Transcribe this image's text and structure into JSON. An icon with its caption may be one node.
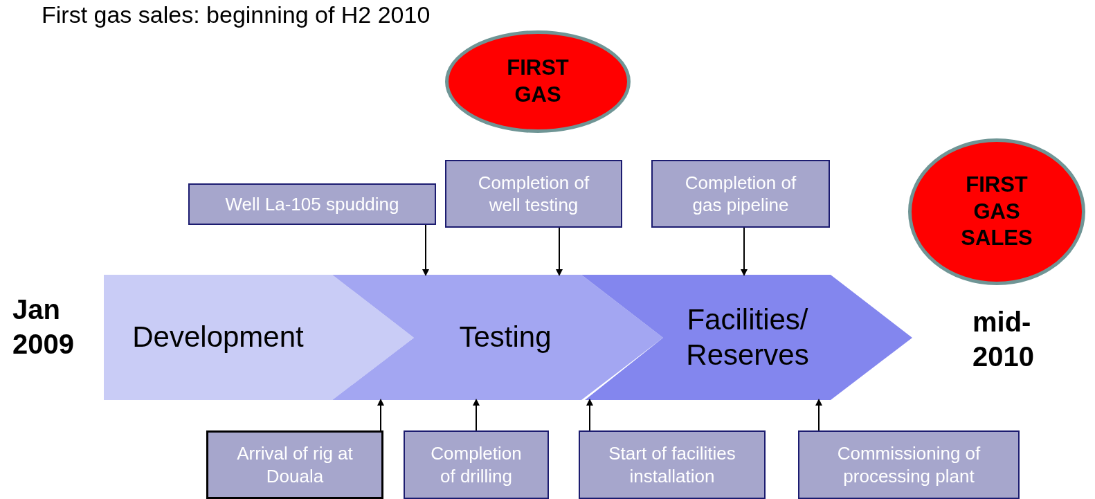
{
  "diagram": {
    "title": "First gas sales: beginning of H2 2010",
    "nodes": [
      {
        "text": [
          "FIRST GAS"
        ]
      },
      {
        "text": [
          "Well La-105 spudding"
        ]
      },
      {
        "text": [
          "Completion of well testing"
        ]
      },
      {
        "text": [
          "Completion of gas pipeline"
        ]
      },
      {
        "text": [
          "FIRST GAS SALES"
        ]
      },
      {
        "text": [
          "Development"
        ]
      },
      {
        "text": [
          "Testing"
        ]
      },
      {
        "text": [
          "Facilities/ Reserves"
        ]
      },
      {
        "text": [
          "Arrival of rig at Douala"
        ]
      },
      {
        "text": [
          "Completion of drilling"
        ]
      },
      {
        "text": [
          "Start of facilities installation"
        ]
      },
      {
        "text": [
          "Commissioning of processing plant"
        ]
      }
    ],
    "edges": [
      {
        "from": 1,
        "to": 6,
        "arrow": "to"
      },
      {
        "from": 2,
        "to": 6,
        "arrow": "to"
      },
      {
        "from": 3,
        "to": 7,
        "arrow": "to"
      },
      {
        "from": 8,
        "to": 6,
        "arrow": "to"
      },
      {
        "from": 9,
        "to": 6,
        "arrow": "to"
      },
      {
        "from": 10,
        "to": 7,
        "arrow": "to"
      },
      {
        "from": 11,
        "to": 7,
        "arrow": "to"
      }
    ],
    "labels": [
      "Jan 2009",
      "mid- 2010"
    ]
  }
}
